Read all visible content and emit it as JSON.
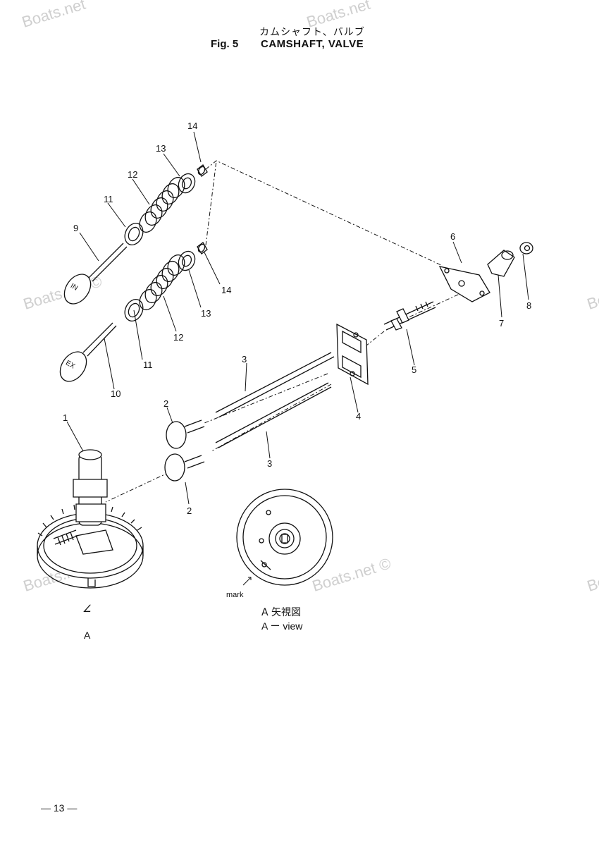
{
  "header": {
    "title_jp": "カムシャフト、バルブ",
    "figure_number": "Fig. 5",
    "figure_title": "CAMSHAFT, VALVE"
  },
  "watermarks": [
    "Boats.net",
    "Boats.net",
    "Boats.net ©",
    "Boats.net ©",
    "Boats.net ©",
    "Boats.net ©",
    "Boats.net ©"
  ],
  "callouts": {
    "c14a": "14",
    "c13a": "13",
    "c12a": "12",
    "c11a": "11",
    "c9": "9",
    "c14b": "14",
    "c13b": "13",
    "c12b": "12",
    "c11b": "11",
    "c10": "10",
    "c6": "6",
    "c7": "7",
    "c8": "8",
    "c5": "5",
    "c4": "4",
    "c3a": "3",
    "c3b": "3",
    "c2a": "2",
    "c2b": "2",
    "c1": "1"
  },
  "valve_labels": {
    "intake": "IN",
    "exhaust": "EX"
  },
  "section": {
    "arrow_symbol": "∠",
    "name": "A"
  },
  "detail_view": {
    "mark_label": "mark",
    "title_jp": "A 矢視図",
    "title_en": "A ー view"
  },
  "footer": {
    "page_number": "— 13 —"
  }
}
